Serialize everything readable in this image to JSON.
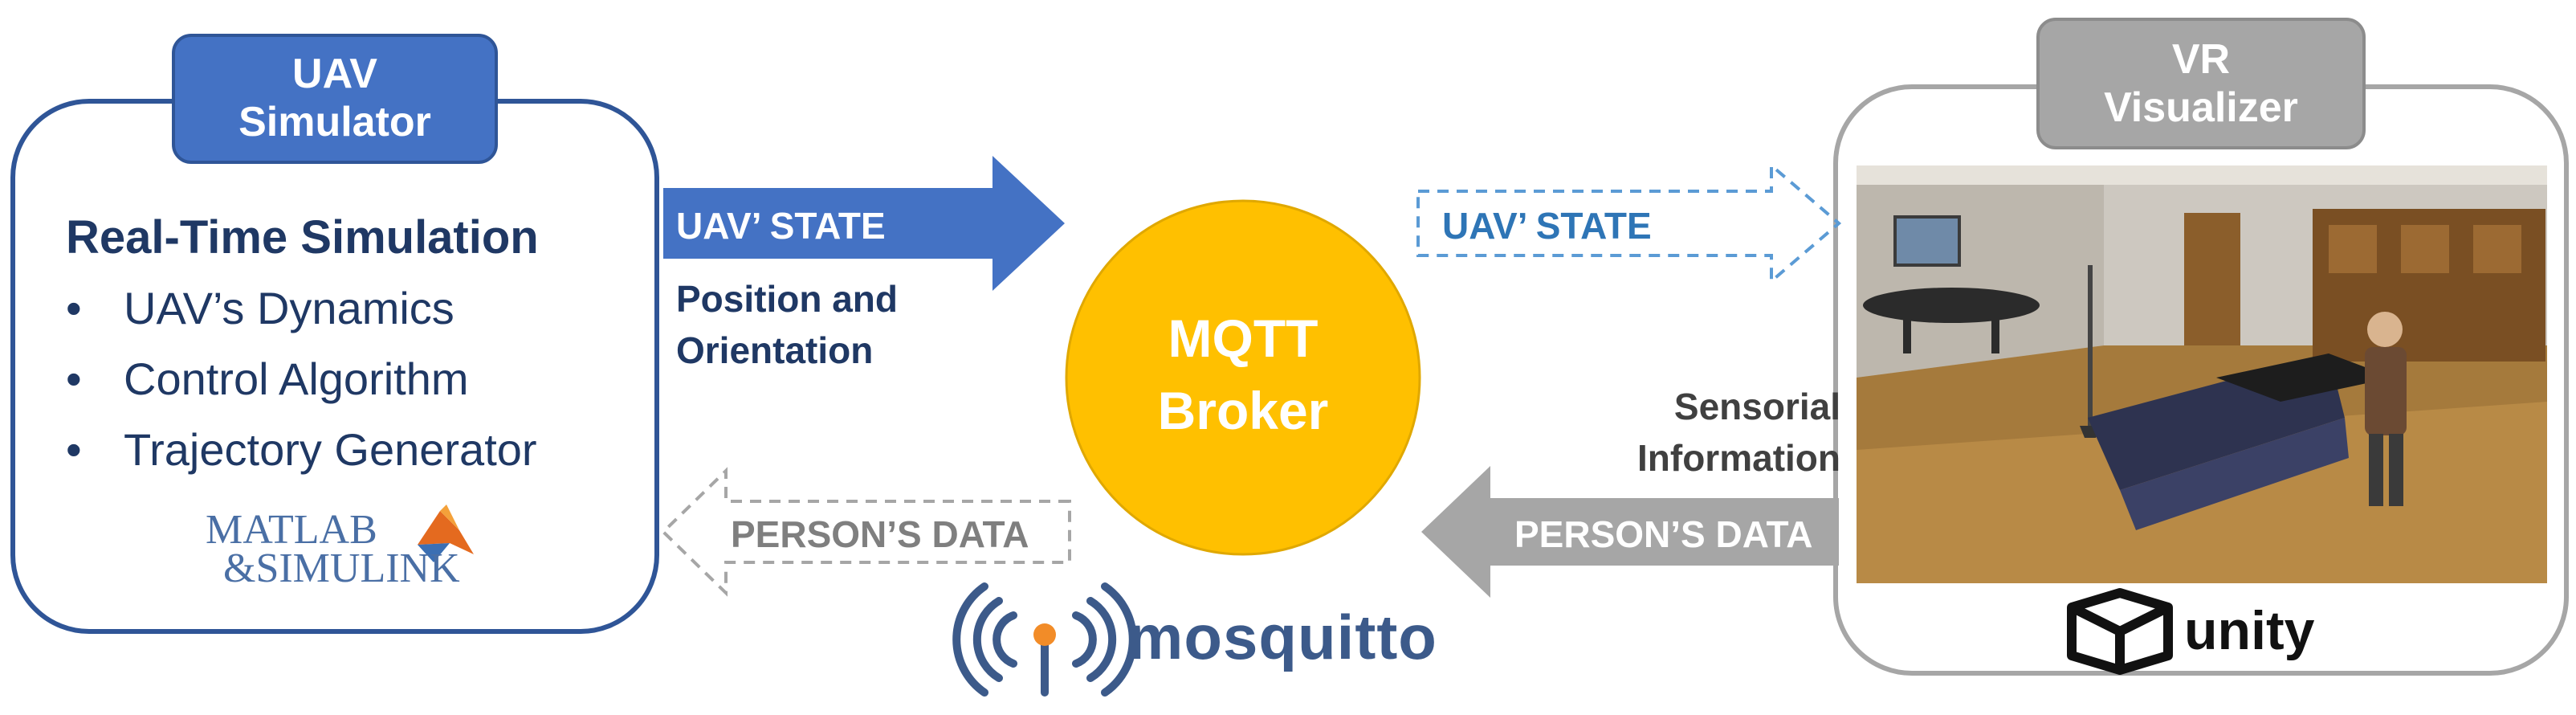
{
  "uav_box": {
    "title_line1": "UAV",
    "title_line2": "Simulator",
    "heading": "Real-Time Simulation",
    "bullets": [
      "UAV’s Dynamics",
      "Control Algorithm",
      "Trajectory Generator"
    ],
    "logo_text_line1": "MATLAB",
    "logo_text_line2": "&SIMULINK",
    "logo_name": "matlab-simulink-logo"
  },
  "vr_box": {
    "title_line1": "VR",
    "title_line2": "Visualizer",
    "image_description": "Virtual room scene with person, sofa and furniture",
    "logo_text": "unity",
    "logo_name": "unity-logo"
  },
  "broker": {
    "line1": "MQTT",
    "line2": "Broker",
    "logo_text": "mosquitto",
    "logo_name": "mosquitto-logo"
  },
  "arrows": {
    "uav_state_solid": "UAV’ STATE",
    "uav_state_sub1": "Position and",
    "uav_state_sub2": "Orientation",
    "uav_state_dashed": "UAV’ STATE",
    "person_data_solid": "PERSON’S DATA",
    "person_data_dashed": "PERSON’S DATA",
    "sensorial_line1": "Sensorial",
    "sensorial_line2": "Information"
  },
  "colors": {
    "blue": "#4472c4",
    "navy": "#1f3864",
    "grey": "#a6a6a6",
    "orange": "#ffc000"
  }
}
